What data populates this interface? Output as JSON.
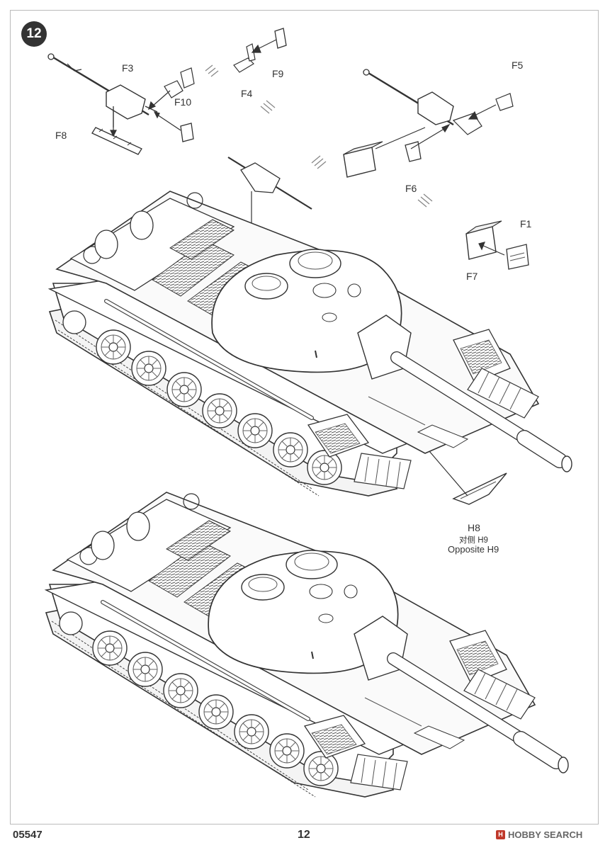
{
  "step": {
    "number": "12"
  },
  "labels": {
    "f1": "F1",
    "f3": "F3",
    "f4": "F4",
    "f5": "F5",
    "f6": "F6",
    "f7": "F7",
    "f8": "F8",
    "f9": "F9",
    "f10": "F10",
    "h8": "H8",
    "h8_note_cn": "对侧 H9",
    "h8_note_en": "Opposite H9"
  },
  "footer": {
    "code": "05547",
    "page": "12",
    "brand": "HOBBY SEARCH",
    "brand_mark": "H"
  }
}
